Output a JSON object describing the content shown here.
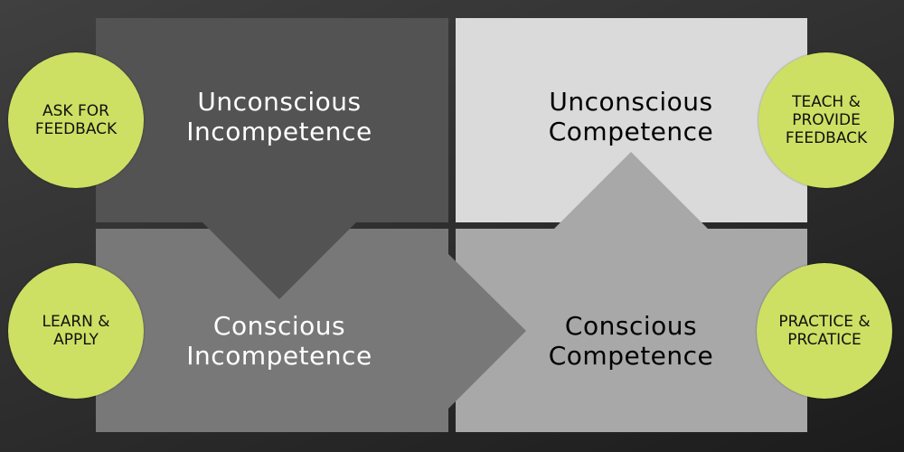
{
  "quadrants": {
    "unconscious_incompetence": {
      "line1": "Unconscious",
      "line2": "Incompetence",
      "color": "#535353",
      "text_color": "#ffffff"
    },
    "unconscious_competence": {
      "line1": "Unconscious",
      "line2": "Competence",
      "color": "#dadada",
      "text_color": "#000000"
    },
    "conscious_incompetence": {
      "line1": "Conscious",
      "line2": "Incompetence",
      "color": "#787878",
      "text_color": "#ffffff"
    },
    "conscious_competence": {
      "line1": "Conscious",
      "line2": "Competence",
      "color": "#a8a8a8",
      "text_color": "#000000"
    }
  },
  "actions": {
    "ask": {
      "line1": "ASK FOR",
      "line2": "FEEDBACK"
    },
    "learn": {
      "line1": "LEARN &",
      "line2": "APPLY"
    },
    "teach": {
      "line1": "TEACH &",
      "line2": "PROVIDE",
      "line3": "FEEDBACK"
    },
    "practice": {
      "line1": "PRACTICE &",
      "line2": "PRCATICE"
    }
  },
  "accent_color": "#cde063"
}
